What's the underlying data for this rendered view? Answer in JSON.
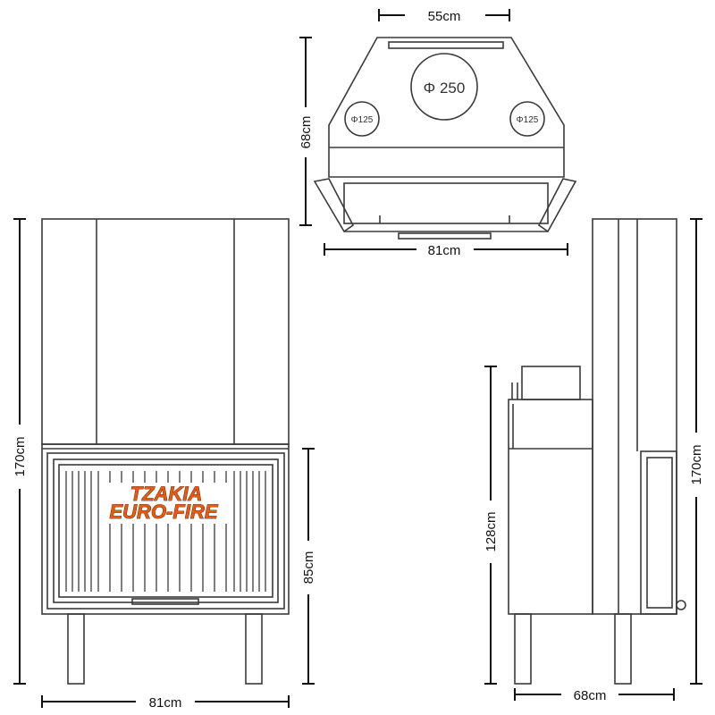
{
  "brand": {
    "line1": "TZAKIA",
    "line2": "EURO-FIRE",
    "color": "#e85a10"
  },
  "top_view": {
    "width_label": "55cm",
    "depth_label": "68cm",
    "base_width_label": "81cm",
    "flue_main": "Φ 250",
    "flue_left": "Φ125",
    "flue_right": "Φ125"
  },
  "front_view": {
    "height_label": "170cm",
    "firebox_height_label": "85cm",
    "width_label": "81cm"
  },
  "side_view": {
    "height_label": "170cm",
    "inner_height_label": "128cm",
    "depth_label": "68cm"
  }
}
